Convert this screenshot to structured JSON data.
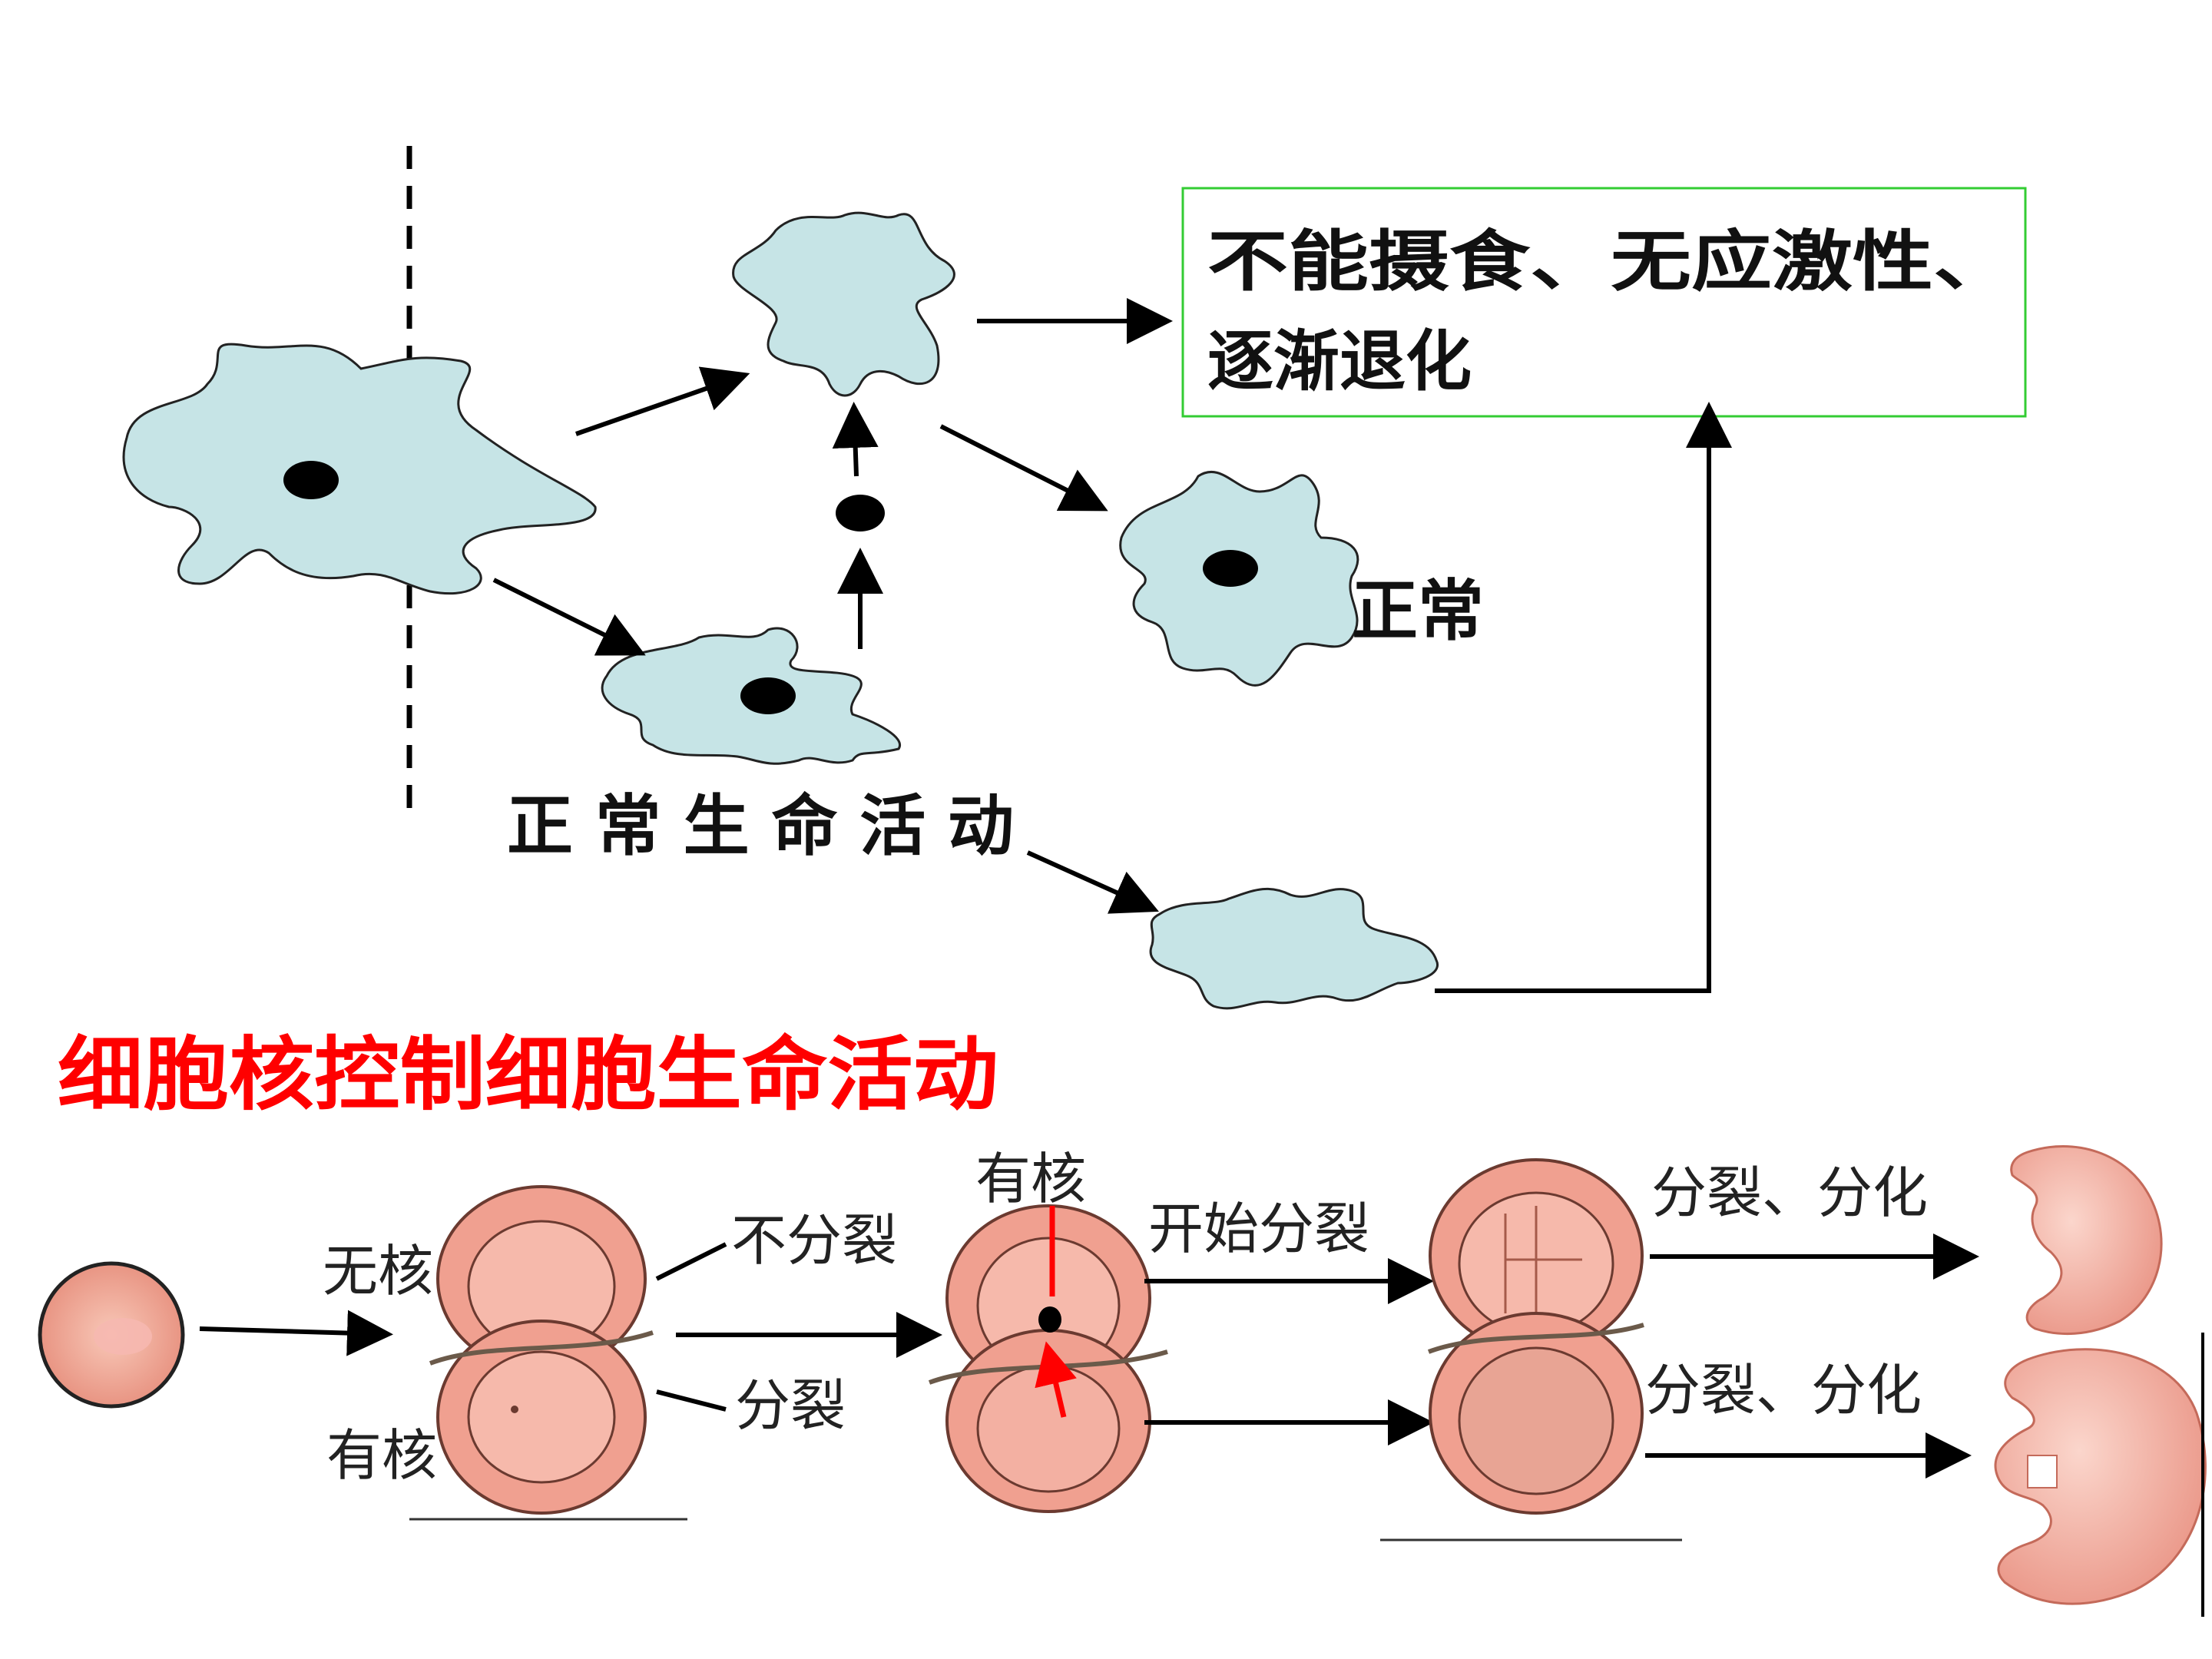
{
  "amoeba_experiment": {
    "result_box_line1": "不能摄食、无应激性、",
    "result_box_line2": "逐渐退化",
    "normal_label": "正常",
    "normal_activity_label": "正常生命活动"
  },
  "heading": "细胞核控制细胞生命活动",
  "salamander_experiment": {
    "no_nucleus_label": "无核",
    "with_nucleus_label": "有核",
    "no_division_label": "不分裂",
    "division_label": "分裂",
    "nucleus_label_middle": "有核",
    "start_division_label": "开始分裂",
    "divide_differentiate_top": "分裂、分化",
    "divide_differentiate_bottom": "分裂、分化"
  },
  "colors": {
    "amoeba_fill": "#c6e4e6",
    "box_border": "#33cc33",
    "heading_red": "#ff0000",
    "egg_fill": "#f0a090",
    "embryo_fill": "#f2aaa0"
  },
  "icons": [
    "amoeba-shape",
    "nucleus-dot",
    "arrow",
    "egg-cell",
    "embryo"
  ]
}
